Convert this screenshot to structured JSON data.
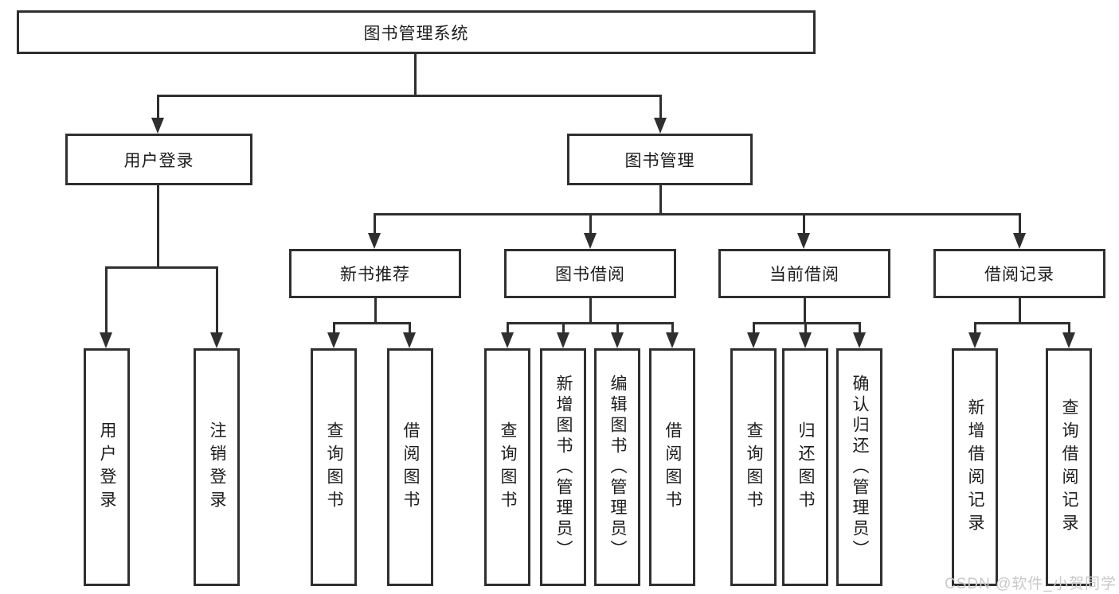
{
  "diagram_title": "图书管理系统",
  "watermark": "CSDN @软件_小贺同学",
  "colors": {
    "line": "#2f2f2f",
    "text": "#1c1c1c",
    "watermark": "#c9c9c9",
    "background": "#ffffff"
  },
  "hierarchy": {
    "root": "图书管理系统",
    "children": [
      {
        "label": "用户登录",
        "children": [
          "用户登录",
          "注销登录"
        ]
      },
      {
        "label": "图书管理",
        "children": [
          {
            "label": "新书推荐",
            "children": [
              "查询图书",
              "借阅图书"
            ]
          },
          {
            "label": "图书借阅",
            "children": [
              "查询图书",
              "新增图书（管理员）",
              "编辑图书（管理员）",
              "借阅图书"
            ]
          },
          {
            "label": "当前借阅",
            "children": [
              "查询图书",
              "归还图书",
              "确认归还（管理员）"
            ]
          },
          {
            "label": "借阅记录",
            "children": [
              "新增借阅记录",
              "查询借阅记录"
            ]
          }
        ]
      }
    ]
  }
}
